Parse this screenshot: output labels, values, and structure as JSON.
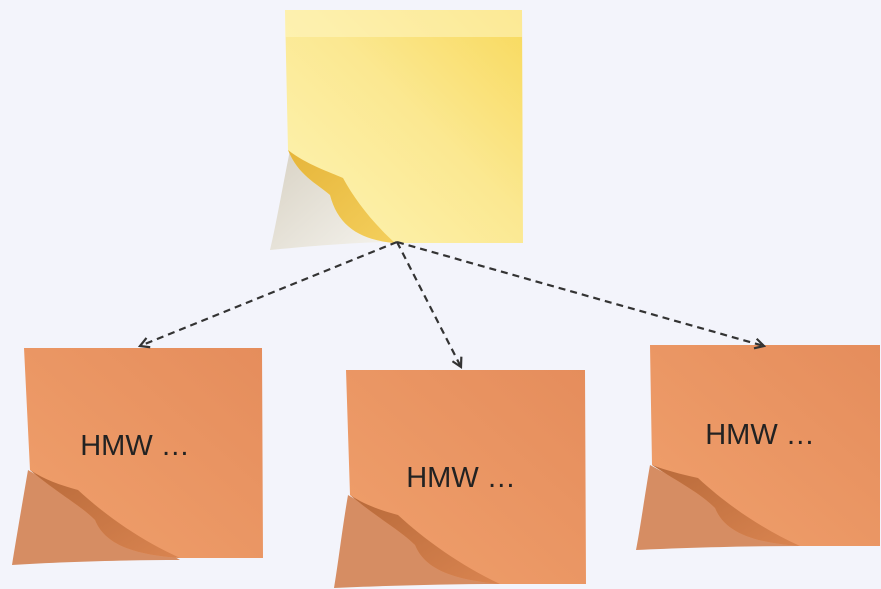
{
  "diagram": {
    "root_note": {
      "color": "#fbe48a",
      "label": ""
    },
    "child_notes": [
      {
        "label": "HMW …",
        "color": "#ec9a66"
      },
      {
        "label": "HMW …",
        "color": "#ec9a66"
      },
      {
        "label": "HMW …",
        "color": "#ec9a66"
      }
    ],
    "connector": {
      "style": "dashed-arrow",
      "color": "#333333"
    }
  }
}
